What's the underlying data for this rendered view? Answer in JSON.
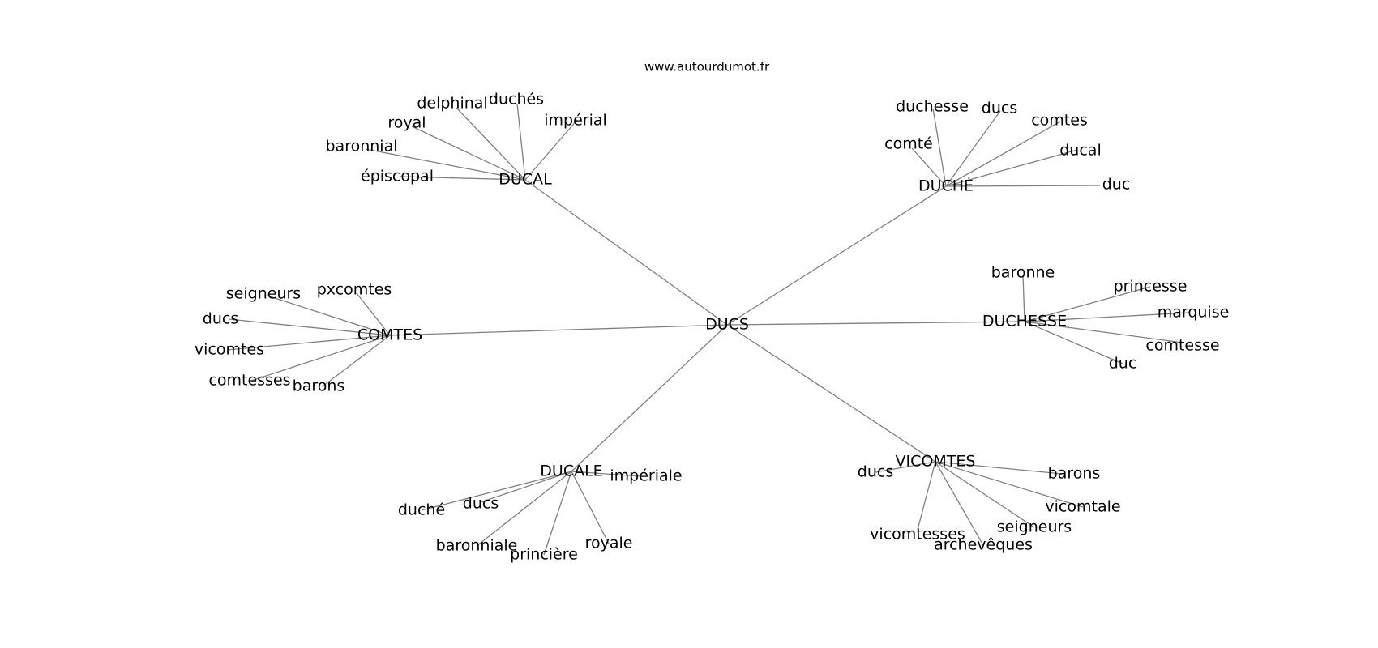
{
  "site": "www.autourdumot.fr",
  "graph": {
    "center": "DUCS",
    "hubs": [
      {
        "label": "DUCAL",
        "words": [
          "épiscopal",
          "baronnial",
          "royal",
          "delphinal",
          "duchés",
          "impérial"
        ]
      },
      {
        "label": "DUCHÉ",
        "words": [
          "comté",
          "duchesse",
          "ducs",
          "comtes",
          "ducal",
          "duc"
        ]
      },
      {
        "label": "COMTES",
        "words": [
          "seigneurs",
          "pxcomtes",
          "ducs",
          "vicomtes",
          "comtesses",
          "barons"
        ]
      },
      {
        "label": "DUCHESSE",
        "words": [
          "baronne",
          "princesse",
          "marquise",
          "comtesse",
          "duc"
        ]
      },
      {
        "label": "DUCALE",
        "words": [
          "impériale",
          "duché",
          "ducs",
          "baronniale",
          "princière",
          "royale"
        ]
      },
      {
        "label": "VICOMTES",
        "words": [
          "ducs",
          "barons",
          "vicomtale",
          "vicomtesses",
          "seigneurs",
          "archevêques"
        ]
      }
    ]
  }
}
